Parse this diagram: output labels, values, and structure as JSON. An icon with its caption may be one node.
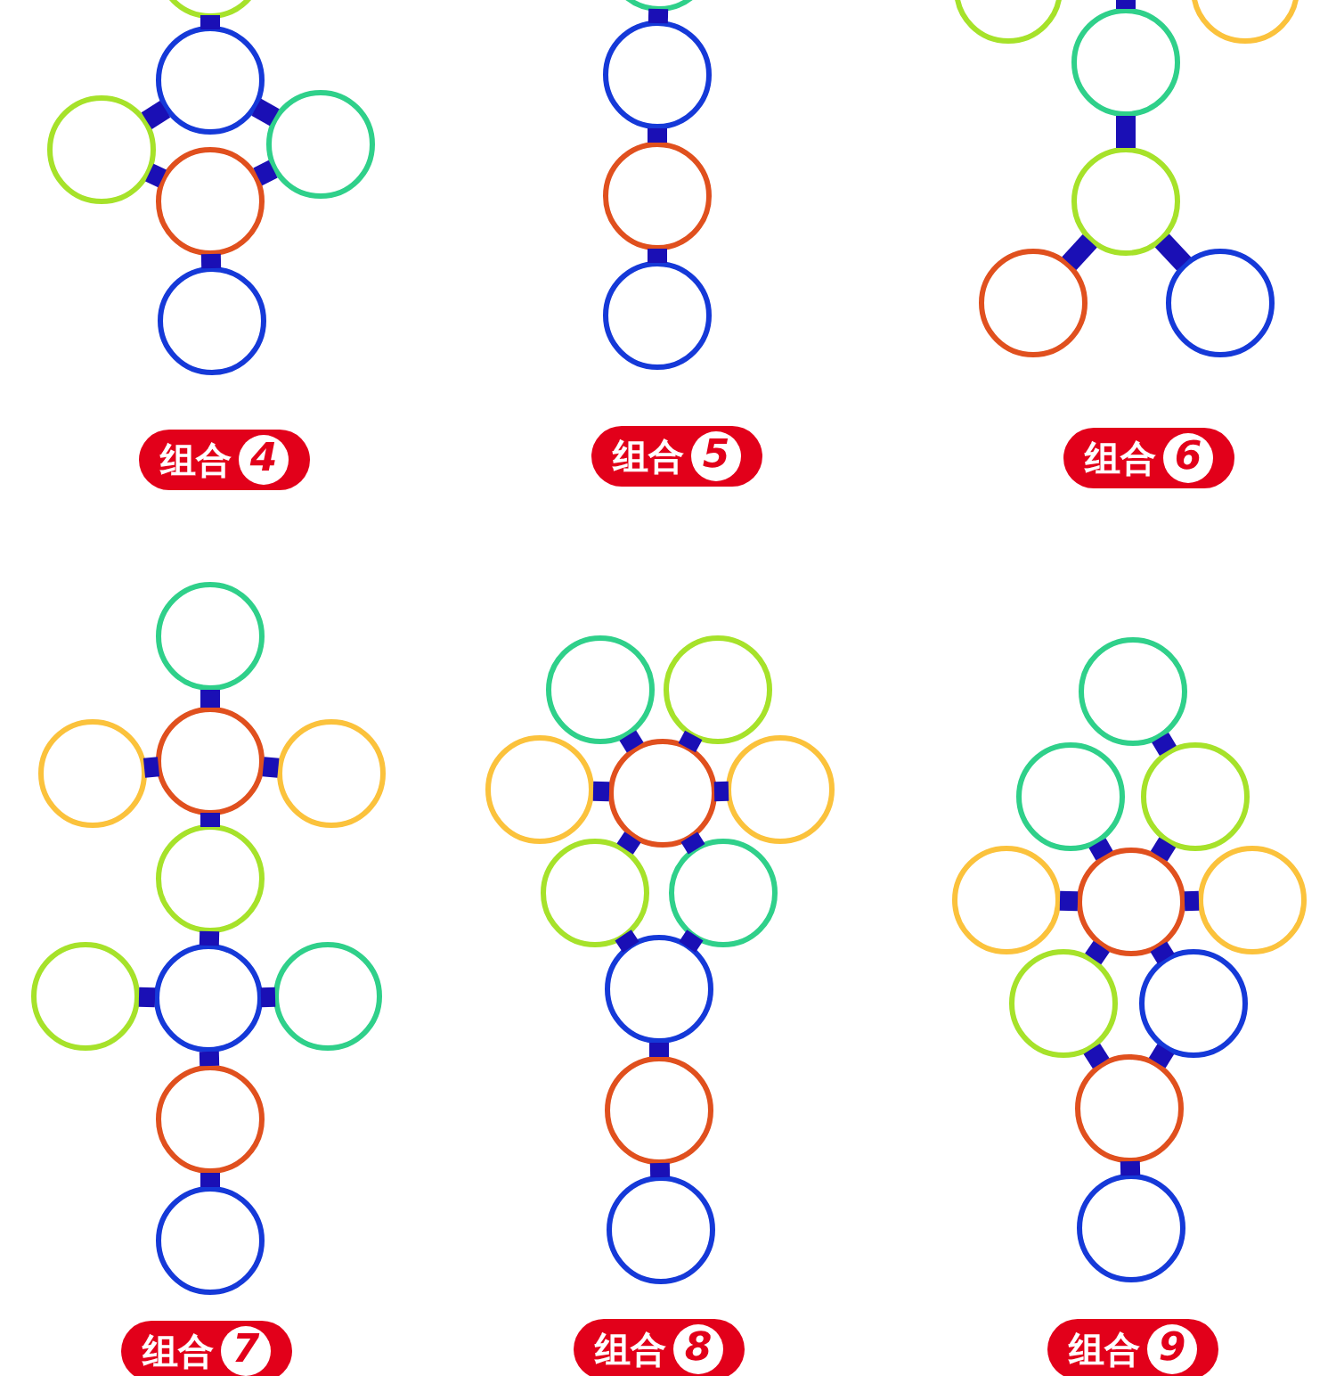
{
  "diagram": {
    "nodes": [
      {
        "text": [],
        "shape": "circle"
      },
      {
        "text": [],
        "shape": "circle"
      },
      {
        "text": [],
        "shape": "circle"
      },
      {
        "text": [],
        "shape": "circle"
      },
      {
        "text": [],
        "shape": "circle"
      },
      {
        "text": [],
        "shape": "circle"
      },
      {
        "text": [],
        "shape": "circle"
      },
      {
        "text": [],
        "shape": "circle"
      },
      {
        "text": [],
        "shape": "circle"
      },
      {
        "text": [],
        "shape": "circle"
      },
      {
        "text": [],
        "shape": "circle"
      },
      {
        "text": [],
        "shape": "circle"
      },
      {
        "text": [],
        "shape": "circle"
      },
      {
        "text": [],
        "shape": "circle"
      },
      {
        "text": [],
        "shape": "circle"
      },
      {
        "text": [],
        "shape": "circle"
      },
      {
        "text": [
          "组合",
          "4"
        ]
      },
      {
        "text": [
          "组合",
          "5"
        ]
      },
      {
        "text": [
          "组合",
          "6"
        ]
      },
      {
        "text": [],
        "shape": "circle"
      },
      {
        "text": [],
        "shape": "circle"
      },
      {
        "text": [],
        "shape": "circle"
      },
      {
        "text": [],
        "shape": "circle"
      },
      {
        "text": [],
        "shape": "circle"
      },
      {
        "text": [],
        "shape": "circle"
      },
      {
        "text": [],
        "shape": "circle"
      },
      {
        "text": [],
        "shape": "circle"
      },
      {
        "text": [],
        "shape": "circle"
      },
      {
        "text": [],
        "shape": "circle"
      },
      {
        "text": [
          "组合",
          "7"
        ]
      },
      {
        "text": [],
        "shape": "circle"
      },
      {
        "text": [],
        "shape": "circle"
      },
      {
        "text": [],
        "shape": "circle"
      },
      {
        "text": [],
        "shape": "circle"
      },
      {
        "text": [],
        "shape": "circle"
      },
      {
        "text": [],
        "shape": "circle"
      },
      {
        "text": [],
        "shape": "circle"
      },
      {
        "text": [],
        "shape": "circle"
      },
      {
        "text": [],
        "shape": "circle"
      },
      {
        "text": [],
        "shape": "circle"
      },
      {
        "text": [
          "组合",
          "8"
        ]
      },
      {
        "text": [],
        "shape": "circle"
      },
      {
        "text": [],
        "shape": "circle"
      },
      {
        "text": [],
        "shape": "circle"
      },
      {
        "text": [],
        "shape": "circle"
      },
      {
        "text": [],
        "shape": "circle"
      },
      {
        "text": [],
        "shape": "circle"
      },
      {
        "text": [],
        "shape": "circle"
      },
      {
        "text": [],
        "shape": "circle"
      },
      {
        "text": [],
        "shape": "circle"
      },
      {
        "text": [],
        "shape": "circle"
      },
      {
        "text": [
          "组合",
          "9"
        ]
      }
    ],
    "edges": [
      {
        "from": 0,
        "to": 1,
        "arrow": "none"
      },
      {
        "from": 1,
        "to": 2,
        "arrow": "none"
      },
      {
        "from": 1,
        "to": 3,
        "arrow": "none"
      },
      {
        "from": 2,
        "to": 4,
        "arrow": "none"
      },
      {
        "from": 3,
        "to": 4,
        "arrow": "none"
      },
      {
        "from": 4,
        "to": 5,
        "arrow": "none"
      },
      {
        "from": 6,
        "to": 7,
        "arrow": "none"
      },
      {
        "from": 7,
        "to": 8,
        "arrow": "none"
      },
      {
        "from": 8,
        "to": 9,
        "arrow": "none"
      },
      {
        "from": null,
        "to": 12,
        "arrow": "none"
      },
      {
        "from": 12,
        "to": 13,
        "arrow": "none"
      },
      {
        "from": 13,
        "to": 14,
        "arrow": "none"
      },
      {
        "from": 13,
        "to": 15,
        "arrow": "none"
      },
      {
        "from": 19,
        "to": 21,
        "arrow": "none"
      },
      {
        "from": 20,
        "to": 21,
        "arrow": "none"
      },
      {
        "from": 21,
        "to": 22,
        "arrow": "none"
      },
      {
        "from": 21,
        "to": 23,
        "arrow": "none"
      },
      {
        "from": 23,
        "to": 25,
        "arrow": "none"
      },
      {
        "from": 24,
        "to": 25,
        "arrow": "none"
      },
      {
        "from": 25,
        "to": 26,
        "arrow": "none"
      },
      {
        "from": 25,
        "to": 27,
        "arrow": "none"
      },
      {
        "from": 27,
        "to": 28,
        "arrow": "none"
      },
      {
        "from": 30,
        "to": 33,
        "arrow": "none"
      },
      {
        "from": 31,
        "to": 33,
        "arrow": "none"
      },
      {
        "from": 32,
        "to": 33,
        "arrow": "none"
      },
      {
        "from": 33,
        "to": 34,
        "arrow": "none"
      },
      {
        "from": 33,
        "to": 35,
        "arrow": "none"
      },
      {
        "from": 33,
        "to": 36,
        "arrow": "none"
      },
      {
        "from": 35,
        "to": 37,
        "arrow": "none"
      },
      {
        "from": 36,
        "to": 37,
        "arrow": "none"
      },
      {
        "from": 37,
        "to": 38,
        "arrow": "none"
      },
      {
        "from": 38,
        "to": 39,
        "arrow": "none"
      },
      {
        "from": 41,
        "to": 43,
        "arrow": "none"
      },
      {
        "from": 42,
        "to": 45,
        "arrow": "none"
      },
      {
        "from": 43,
        "to": 45,
        "arrow": "none"
      },
      {
        "from": 44,
        "to": 45,
        "arrow": "none"
      },
      {
        "from": 45,
        "to": 46,
        "arrow": "none"
      },
      {
        "from": 45,
        "to": 47,
        "arrow": "none"
      },
      {
        "from": 45,
        "to": 48,
        "arrow": "none"
      },
      {
        "from": 47,
        "to": 49,
        "arrow": "none"
      },
      {
        "from": 48,
        "to": 49,
        "arrow": "none"
      },
      {
        "from": 49,
        "to": 50,
        "arrow": "none"
      }
    ]
  }
}
